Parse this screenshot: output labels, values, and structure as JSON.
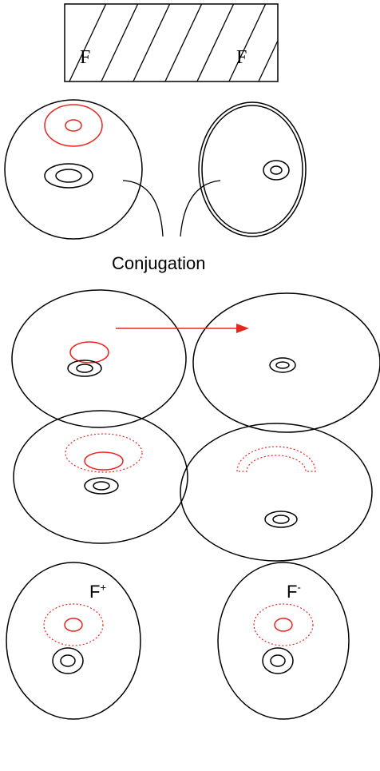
{
  "labels": {
    "f_left": "F",
    "f_right": "F",
    "conjugation": "Conjugation",
    "f_plus_base": "F",
    "f_plus_sup": "+",
    "f_minus_base": "F",
    "f_minus_sup": "-"
  },
  "colors": {
    "outline": "#000000",
    "plasmid": "#e8261f",
    "background": "#ffffff"
  }
}
